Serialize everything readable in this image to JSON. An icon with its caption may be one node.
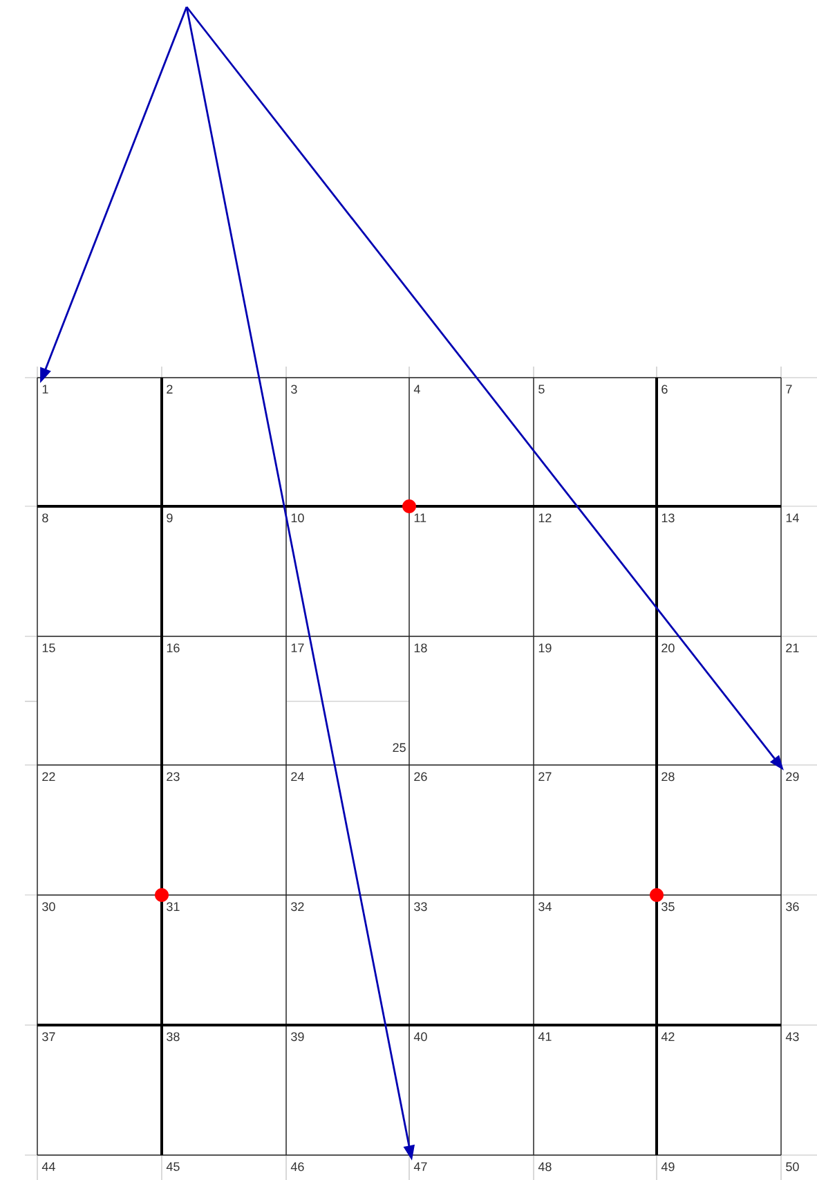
{
  "diagram": {
    "nodes": [
      {
        "text": [
          "1"
        ]
      },
      {
        "text": [
          "2"
        ]
      },
      {
        "text": [
          "3"
        ]
      },
      {
        "text": [
          "4"
        ]
      },
      {
        "text": [
          "5"
        ]
      },
      {
        "text": [
          "6"
        ]
      },
      {
        "text": [
          "7"
        ]
      },
      {
        "text": [
          "8"
        ]
      },
      {
        "text": [
          "9"
        ]
      },
      {
        "text": [
          "10"
        ]
      },
      {
        "text": [
          "11"
        ]
      },
      {
        "text": [
          "12"
        ]
      },
      {
        "text": [
          "13"
        ]
      },
      {
        "text": [
          "14"
        ]
      },
      {
        "text": [
          "15"
        ]
      },
      {
        "text": [
          "16"
        ]
      },
      {
        "text": [
          "17"
        ]
      },
      {
        "text": [
          "18"
        ]
      },
      {
        "text": [
          "19"
        ]
      },
      {
        "text": [
          "20"
        ]
      },
      {
        "text": [
          "21"
        ]
      },
      {
        "text": [
          "22"
        ]
      },
      {
        "text": [
          "23"
        ]
      },
      {
        "text": [
          "24"
        ]
      },
      {
        "text": [
          "25"
        ]
      },
      {
        "text": [
          "26"
        ]
      },
      {
        "text": [
          "27"
        ]
      },
      {
        "text": [
          "28"
        ]
      },
      {
        "text": [
          "29"
        ]
      },
      {
        "text": [
          "30"
        ]
      },
      {
        "text": [
          "31"
        ]
      },
      {
        "text": [
          "32"
        ]
      },
      {
        "text": [
          "33"
        ]
      },
      {
        "text": [
          "34"
        ]
      },
      {
        "text": [
          "35"
        ]
      },
      {
        "text": [
          "36"
        ]
      },
      {
        "text": [
          "37"
        ]
      },
      {
        "text": [
          "38"
        ]
      },
      {
        "text": [
          "39"
        ]
      },
      {
        "text": [
          "40"
        ]
      },
      {
        "text": [
          "41"
        ]
      },
      {
        "text": [
          "42"
        ]
      },
      {
        "text": [
          "43"
        ]
      },
      {
        "text": [
          "44"
        ]
      },
      {
        "text": [
          "45"
        ]
      },
      {
        "text": [
          "46"
        ]
      },
      {
        "text": [
          "47"
        ]
      },
      {
        "text": [
          "48"
        ]
      },
      {
        "text": [
          "49"
        ]
      },
      {
        "text": [
          "50"
        ]
      }
    ],
    "edges": [
      {
        "from": null,
        "to": 0,
        "arrow": "to"
      },
      {
        "from": null,
        "to": 46,
        "arrow": "to"
      },
      {
        "from": null,
        "to": 28,
        "arrow": "to"
      }
    ]
  }
}
